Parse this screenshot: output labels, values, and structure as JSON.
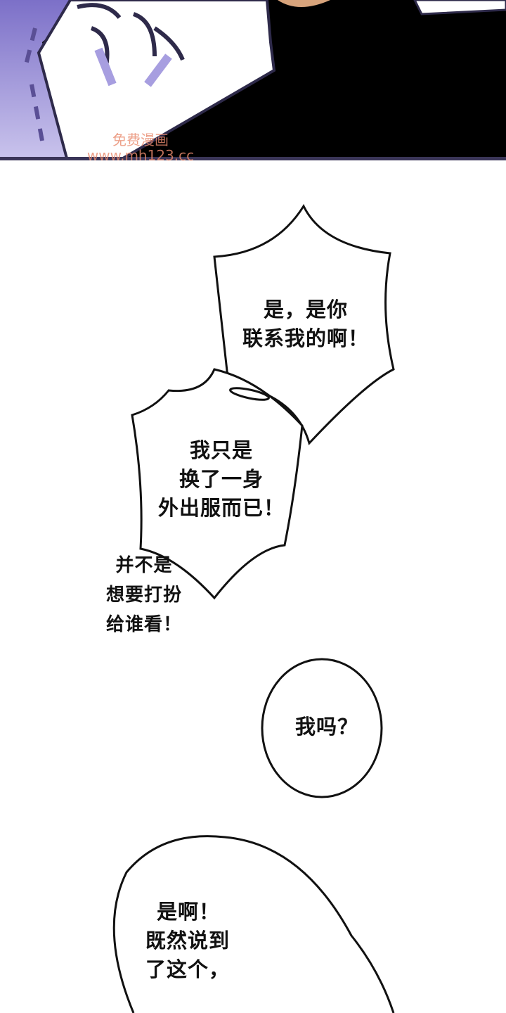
{
  "watermark": {
    "line1": "免费漫画",
    "line2": "www.mh123.cc"
  },
  "bubbles": [
    {
      "lines": [
        "是，是你",
        "联系我的啊！"
      ]
    },
    {
      "lines": [
        "我只是",
        "换了一身",
        "外出服而已！"
      ]
    },
    {
      "lines": [
        "并不是",
        "想要打扮",
        "给谁看！"
      ]
    },
    {
      "lines": [
        "我吗？"
      ]
    },
    {
      "lines": [
        "是啊！",
        "既然说到",
        "了这个，"
      ]
    }
  ],
  "colors": {
    "lavender": "#8c80d0",
    "dark_outline": "#2e2a4a",
    "skin": "#d8a47c"
  }
}
